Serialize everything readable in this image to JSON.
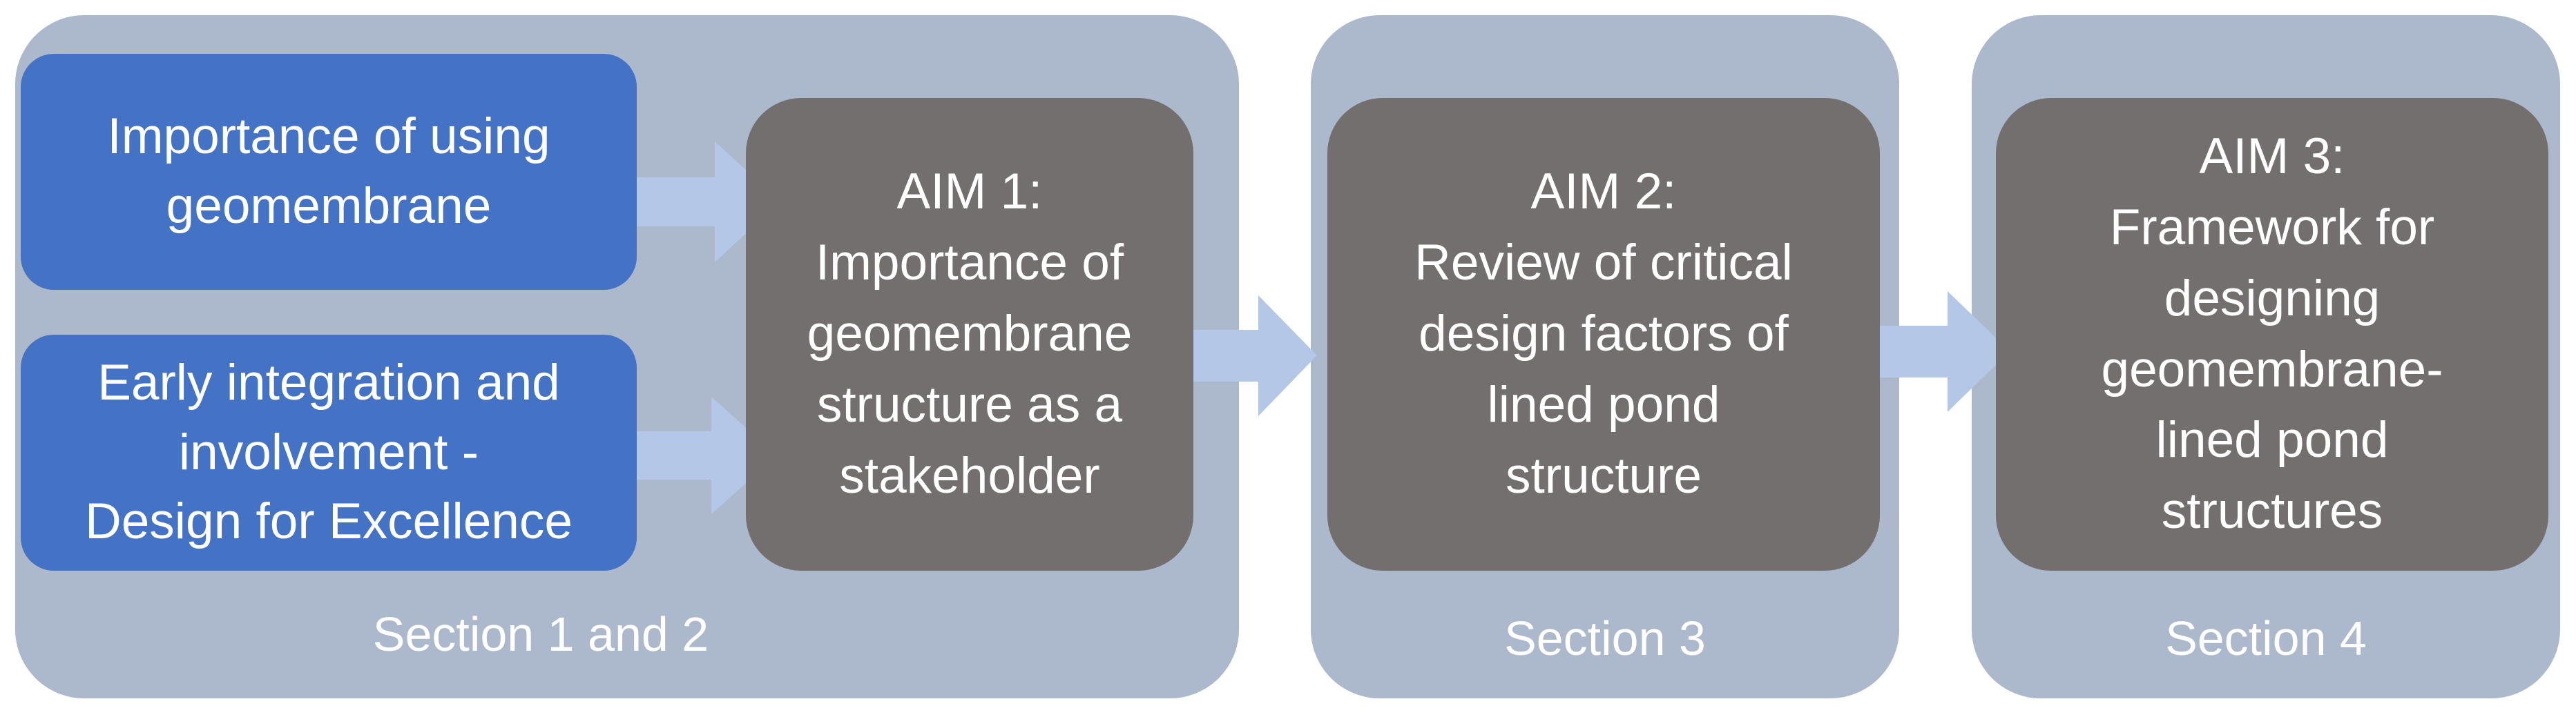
{
  "sections": [
    {
      "label": "Section 1 and 2"
    },
    {
      "label": "Section 3"
    },
    {
      "label": "Section 4"
    }
  ],
  "inputs": [
    {
      "lines": [
        "Importance of using",
        "geomembrane"
      ]
    },
    {
      "lines": [
        "Early integration and",
        "involvement -",
        "Design for Excellence"
      ]
    }
  ],
  "aims": [
    {
      "lines": [
        "AIM 1:",
        "Importance of",
        "geomembrane",
        "structure as a",
        "stakeholder"
      ]
    },
    {
      "lines": [
        "AIM 2:",
        "Review of critical",
        "design factors of",
        "lined pond",
        "structure"
      ]
    },
    {
      "lines": [
        "AIM 3:",
        "Framework for",
        "designing",
        "geomembrane-",
        "lined pond",
        "structures"
      ]
    }
  ],
  "colors": {
    "section_bg": "#acb9cc",
    "input_box": "#4472c4",
    "aim_box": "#736f6e",
    "arrow": "#b4c7e7",
    "text": "#ffffff"
  }
}
